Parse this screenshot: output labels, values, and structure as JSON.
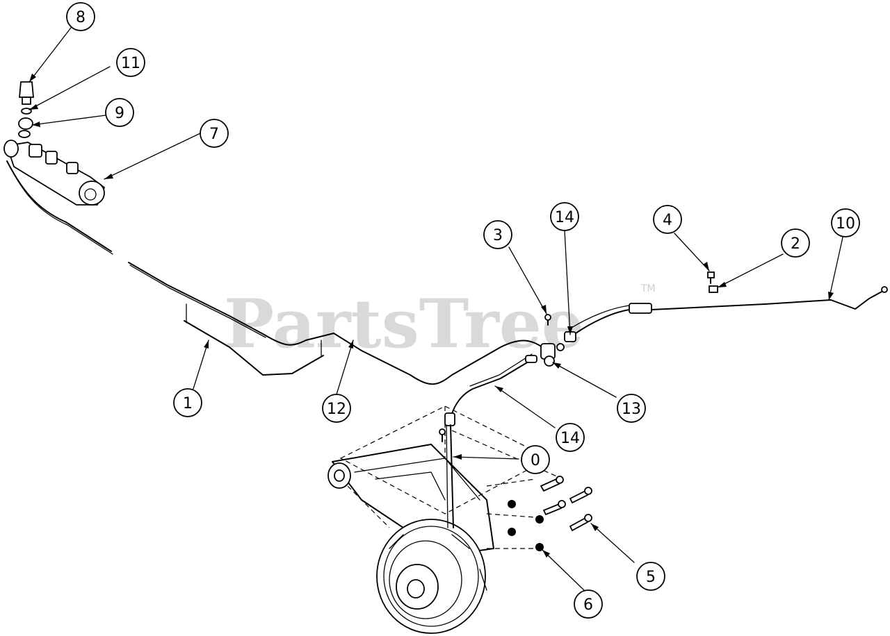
{
  "watermark": {
    "text": "PartsTree",
    "trademark": "TM"
  },
  "callouts": [
    {
      "id": "callout-8",
      "label": "8"
    },
    {
      "id": "callout-11",
      "label": "11"
    },
    {
      "id": "callout-9",
      "label": "9"
    },
    {
      "id": "callout-7",
      "label": "7"
    },
    {
      "id": "callout-3",
      "label": "3"
    },
    {
      "id": "callout-14-top",
      "label": "14"
    },
    {
      "id": "callout-4",
      "label": "4"
    },
    {
      "id": "callout-2",
      "label": "2"
    },
    {
      "id": "callout-10-top",
      "label": "10"
    },
    {
      "id": "callout-1",
      "label": "1"
    },
    {
      "id": "callout-12",
      "label": "12"
    },
    {
      "id": "callout-13",
      "label": "13"
    },
    {
      "id": "callout-14-bottom",
      "label": "14"
    },
    {
      "id": "callout-10-bottom",
      "label": "0"
    },
    {
      "id": "callout-5",
      "label": "5"
    },
    {
      "id": "callout-6",
      "label": "6"
    }
  ]
}
